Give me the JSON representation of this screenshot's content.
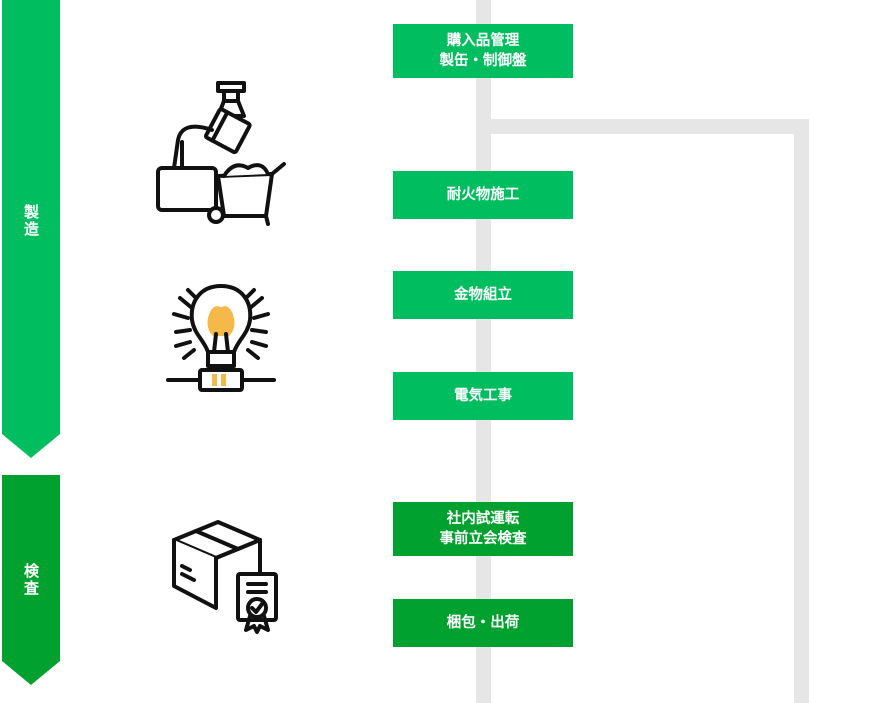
{
  "colors": {
    "manufacture": "#00bd60",
    "inspection": "#00a12e",
    "track": "#e6e6e6",
    "icon_accent": "#f5b94a"
  },
  "phases": [
    {
      "id": "manufacture",
      "label": "製造"
    },
    {
      "id": "inspection",
      "label": "検査"
    }
  ],
  "steps": [
    {
      "lines": [
        "購入品管理",
        "製缶・制御盤"
      ]
    },
    {
      "lines": [
        "耐火物施工"
      ]
    },
    {
      "lines": [
        "金物組立"
      ]
    },
    {
      "lines": [
        "電気工事"
      ]
    },
    {
      "lines": [
        "社内試運転",
        "事前立会検査"
      ]
    },
    {
      "lines": [
        "梱包・出荷"
      ]
    }
  ],
  "icons": [
    {
      "name": "casting-machine-icon"
    },
    {
      "name": "light-bulb-icon"
    },
    {
      "name": "box-certificate-icon"
    }
  ]
}
